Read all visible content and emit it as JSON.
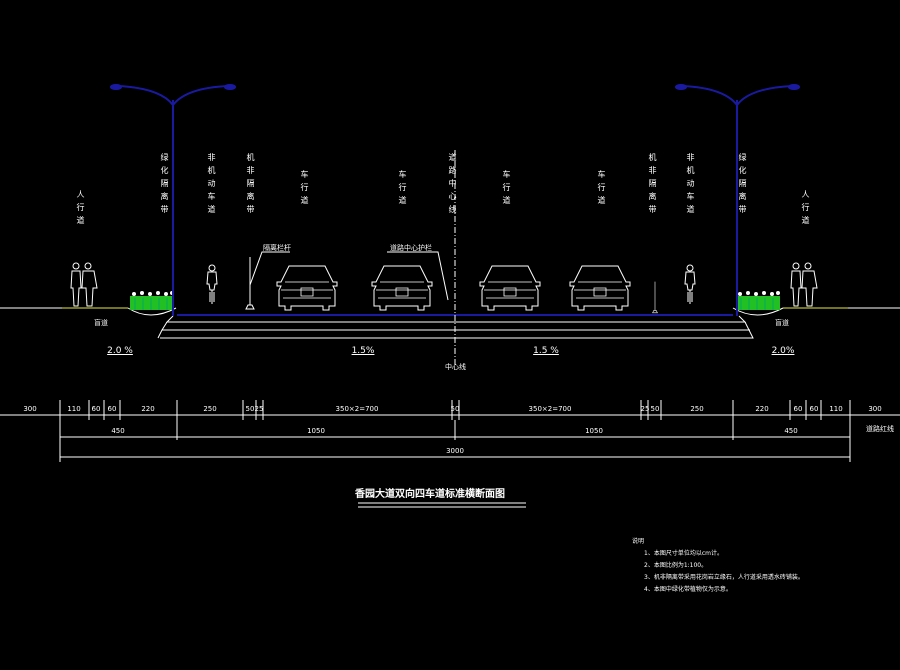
{
  "labels": {
    "sidewalk": "人行道",
    "green_belt": "绿化隔离带",
    "bike_lane": "非机动车道",
    "separator_belt": "机非隔离带",
    "carriageway": "车行道",
    "center_line": "道路中心线",
    "railing": "隔离栏杆",
    "center_guardrail": "道路中心护栏",
    "blind_path": "盲道",
    "center_line_bottom": "中心线",
    "red_line": "道路红线"
  },
  "slopes": {
    "left_sidewalk": "2.0 %",
    "left_road": "1.5%",
    "right_road": "1.5 %",
    "right_sidewalk": "2.0%"
  },
  "dimensions": {
    "row1": [
      "300",
      "110",
      "60",
      "60",
      "220",
      "250",
      "50",
      "25",
      "350×2=700",
      "50",
      "350×2=700",
      "25",
      "50",
      "250",
      "220",
      "60",
      "60",
      "110",
      "300"
    ],
    "row2": [
      "450",
      "1050",
      "1050",
      "450"
    ],
    "row3": "3000"
  },
  "title": "香园大道双向四车道标准横断面图",
  "notes": {
    "heading": "说明",
    "items": [
      "1、本图尺寸单位均以cm计。",
      "2、本图比例为1:100。",
      "3、机非隔离带采用花岗岩立缘石，人行道采用透水砖铺装。",
      "4、本图中绿化带植物仅为示意。"
    ]
  },
  "colors": {
    "background": "#000000",
    "road": "#1a1aa0",
    "plants": "#22c022",
    "sidewalk": "#e8e840",
    "lines": "#ffffff"
  }
}
